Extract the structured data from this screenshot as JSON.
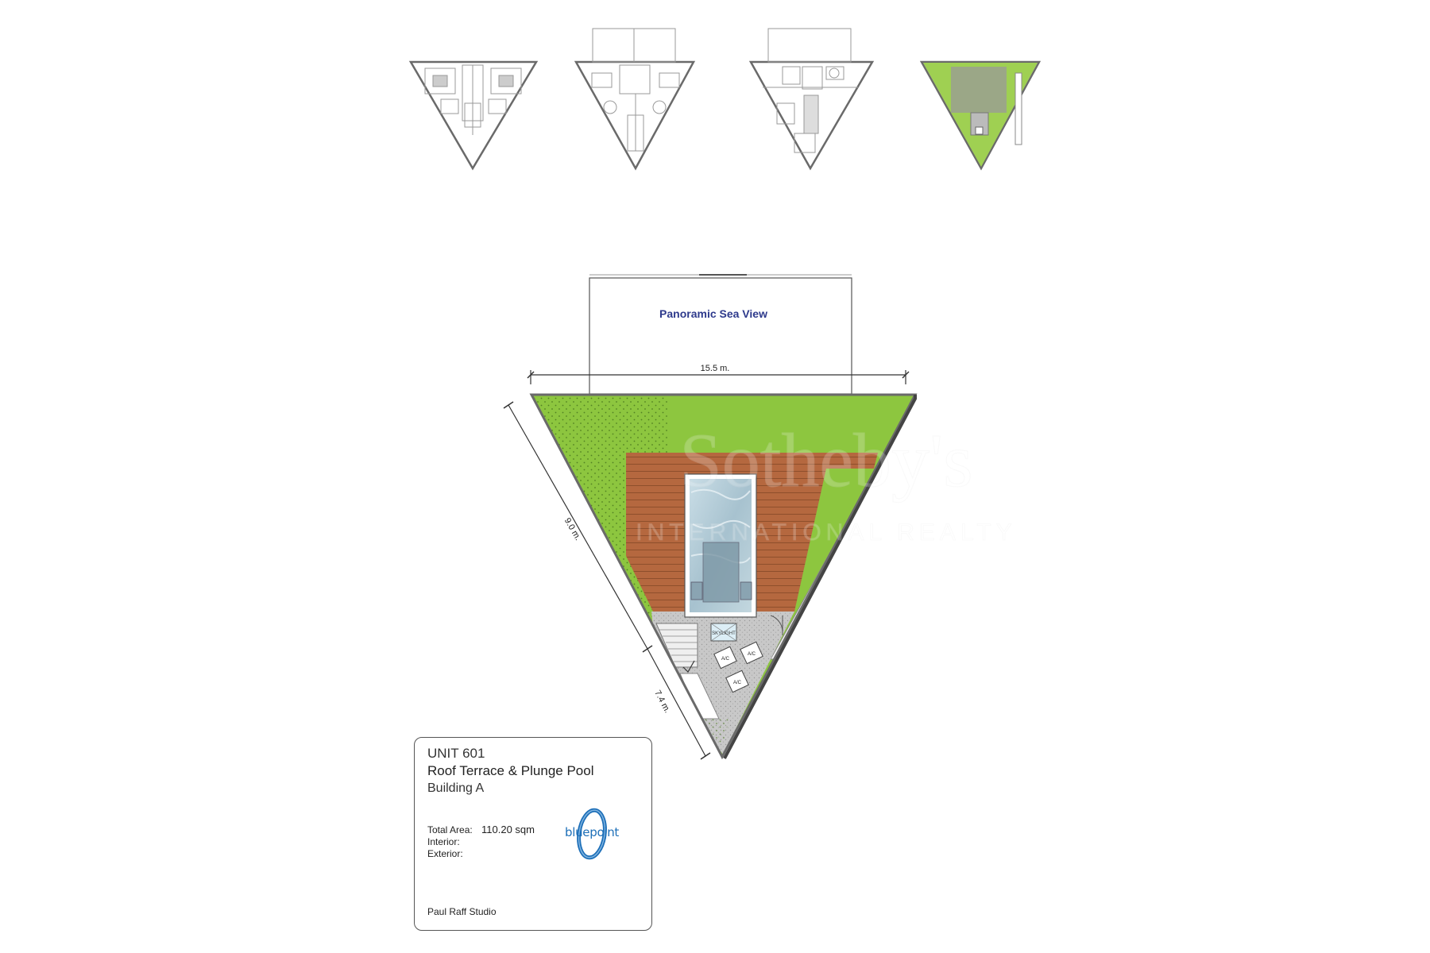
{
  "labels": {
    "view": "Panoramic Sea View",
    "dim_top": "15.5 m.",
    "dim_left_upper": "9.0 m.",
    "dim_left_lower": "7.4 m.",
    "skylight": "SKYLIGHT",
    "ac": "A/C"
  },
  "watermark": {
    "main": "Sotheby's",
    "sub": "INTERNATIONAL REALTY"
  },
  "info": {
    "unit": "UNIT 601",
    "title": "Roof Terrace & Plunge Pool",
    "building": "Building A",
    "total_area_label": "Total Area:",
    "total_area_value": "110.20 sqm",
    "interior_label": "Interior:",
    "exterior_label": "Exterior:",
    "studio": "Paul Raff Studio",
    "logo": "bluepoint"
  },
  "colors": {
    "lawn": "#8dc63f",
    "deck": "#b5683f",
    "pool": "#b4cdd8",
    "paving": "#cfcfcf",
    "wall": "#6a6a6a",
    "view_text": "#2e3a8c",
    "logo": "#1d6fb8"
  }
}
